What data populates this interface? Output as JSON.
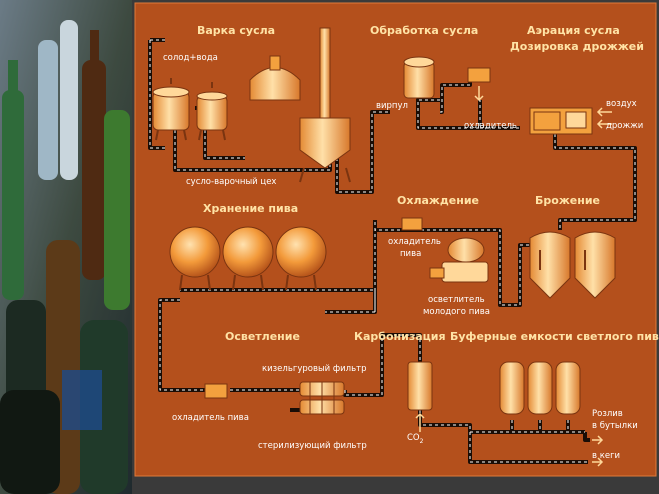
{
  "colors": {
    "panel": "#b4501c",
    "panel_edge": "#e07a3a",
    "heading": "#ffe3a6",
    "label": "#ffffff",
    "equipment": "#f3a13e",
    "equipment_light": "#ffd89a",
    "pipe": "#1a0d06",
    "pipe_dash": "#ffffff"
  },
  "sections": {
    "wort_boiling": "Варка сусла",
    "wort_processing": "Обработка сусла",
    "aeration": "Аэрация сусла",
    "yeast_dosing": "Дозировка дрожжей",
    "storage": "Хранение пива",
    "cooling": "Охлаждение",
    "fermentation": "Брожение",
    "clarification": "Осветление",
    "carbonization": "Карбонизация",
    "buffer_tanks": "Буферные емкости светлого пива"
  },
  "labels": {
    "malt_water": "солод+вода",
    "brewhouse": "сусло-варочный цех",
    "whirlpool": "вирпул",
    "cooler": "охладитель",
    "air": "воздух",
    "yeast": "дрожжи",
    "beer_cooler_line1": "охладитель",
    "beer_cooler_line2": "пива",
    "clarifier_line1": "осветлитель",
    "clarifier_line2": "молодого пива",
    "kieselguhr_filter": "кизельгуровый фильтр",
    "beer_cooler": "охладитель пива",
    "sterilizing_filter": "стерилизующий фильтр",
    "co2": "CO",
    "co2_sub": "2",
    "bottling_line1": "Розлив",
    "bottling_line2": "в бутылки",
    "kegs": "в кеги"
  }
}
